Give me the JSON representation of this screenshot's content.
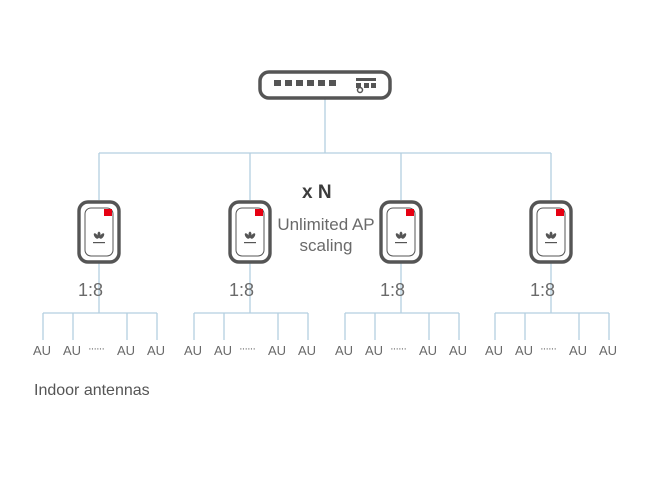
{
  "diagram": {
    "multiplier": "x N",
    "scaling_label": "Unlimited AP scaling",
    "ratio_label": "1:8",
    "au_label": "AU",
    "ellipsis": "······",
    "antenna_caption": "Indoor antennas",
    "ap_count": 4,
    "au_shown_per_ap": 4,
    "icons": {
      "switch": "switch-icon",
      "ap": "access-point-icon"
    },
    "colors": {
      "line": "#b4cfe0",
      "device": "#555555",
      "brand": "#e60012",
      "text": "#6a6a6a"
    }
  }
}
